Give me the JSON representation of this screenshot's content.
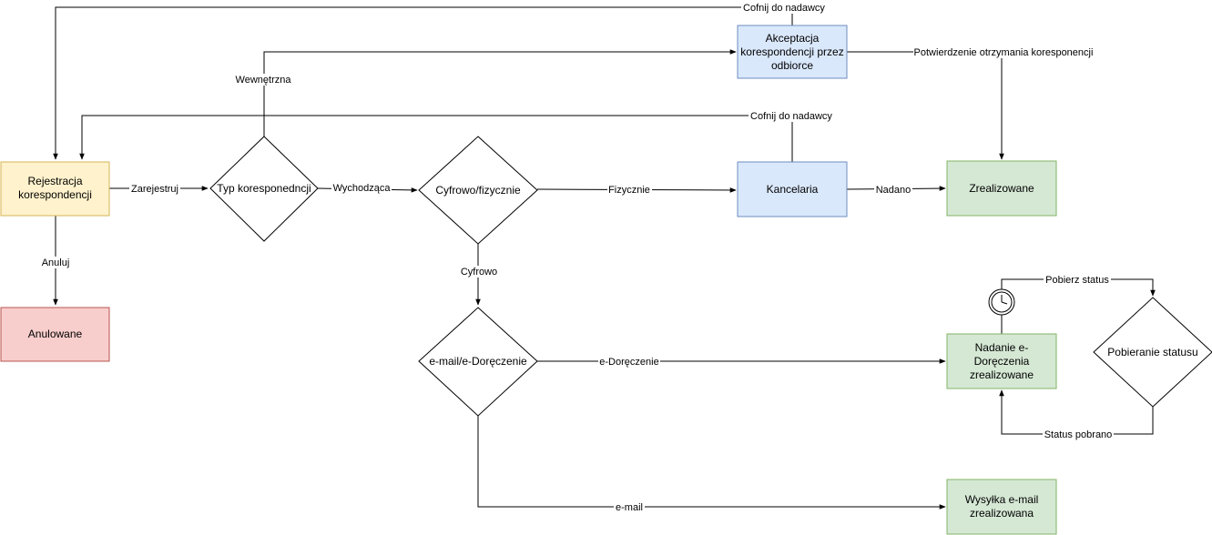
{
  "nodes": {
    "rejestracja": {
      "lines": [
        "Rejestracja",
        "korespondencji"
      ],
      "fill": "#fff2cc",
      "stroke": "#d6b656"
    },
    "anulowane": {
      "lines": [
        "Anulowane"
      ],
      "fill": "#f8cecc",
      "stroke": "#b85450"
    },
    "typ": {
      "lines": [
        "Typ koresponedncji"
      ],
      "fill": "#ffffff",
      "stroke": "#000000"
    },
    "cyfrowo_fizycznie": {
      "lines": [
        "Cyfrowo/fizycznie"
      ],
      "fill": "#ffffff",
      "stroke": "#000000"
    },
    "akceptacja": {
      "lines": [
        "Akceptacja",
        "korespondencji przez",
        "odbiorce"
      ],
      "fill": "#dae8fc",
      "stroke": "#6c8ebf"
    },
    "kancelaria": {
      "lines": [
        "Kancelaria"
      ],
      "fill": "#dae8fc",
      "stroke": "#6c8ebf"
    },
    "zrealizowane": {
      "lines": [
        "Zrealizowane"
      ],
      "fill": "#d5e8d4",
      "stroke": "#82b366"
    },
    "email_edoreczenie": {
      "lines": [
        "e-mail/e-Doręczenie"
      ],
      "fill": "#ffffff",
      "stroke": "#000000"
    },
    "nadanie": {
      "lines": [
        "Nadanie e-",
        "Doręczenia",
        "zrealizowane"
      ],
      "fill": "#d5e8d4",
      "stroke": "#82b366"
    },
    "pobieranie": {
      "lines": [
        "Pobieranie statusu"
      ],
      "fill": "#ffffff",
      "stroke": "#000000"
    },
    "wysylka": {
      "lines": [
        "Wysyłka e-mail",
        "zrealizowana"
      ],
      "fill": "#d5e8d4",
      "stroke": "#82b366"
    }
  },
  "edges": {
    "cofnij_top": "Cofnij do nadawcy",
    "cofnij_mid": "Cofnij do nadawcy",
    "potwierdzenie": "Potwierdzenie otrzymania koresponencji",
    "wewnetrzna": "Wewnętrzna",
    "zarejestruj": "Zarejestruj",
    "wychodzaca": "Wychodząca",
    "fizycznie": "Fizycznie",
    "nadano": "Nadano",
    "anuluj": "Anuluj",
    "cyfrowo": "Cyfrowo",
    "e_doreczenie": "e-Doręczenie",
    "e_mail": "e-mail",
    "pobierz_status": "Pobierz status",
    "status_pobrano": "Status pobrano"
  },
  "icons": {
    "timer": "clock-icon"
  }
}
